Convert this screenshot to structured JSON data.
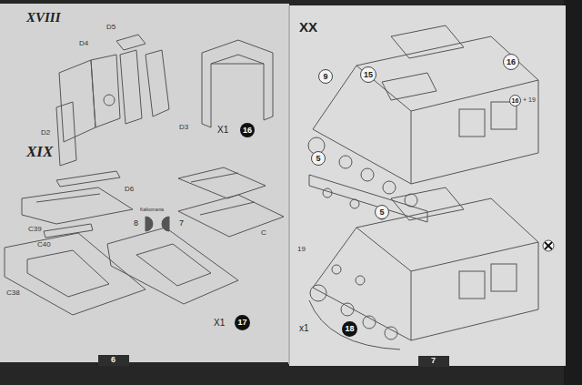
{
  "diagram": {
    "nodes": [
      {
        "text": [
          "16"
        ]
      },
      {
        "text": [
          "17"
        ]
      },
      {
        "text": [
          "9"
        ]
      },
      {
        "text": [
          "15"
        ]
      },
      {
        "text": [
          "16"
        ]
      },
      {
        "text": [
          "16"
        ]
      },
      {
        "text": [
          "5"
        ]
      },
      {
        "text": [
          "5"
        ]
      },
      {
        "text": [
          "18"
        ]
      }
    ],
    "labels": [
      "XVIII",
      "D5",
      "D4",
      "D2",
      "D3",
      "X1",
      "XIX",
      "D6",
      "C39",
      "Kalkomania",
      "8",
      "7",
      "C40",
      "C",
      "C38",
      "X1",
      "6",
      "XX",
      "+ 19",
      "19",
      "x1",
      "7"
    ]
  }
}
